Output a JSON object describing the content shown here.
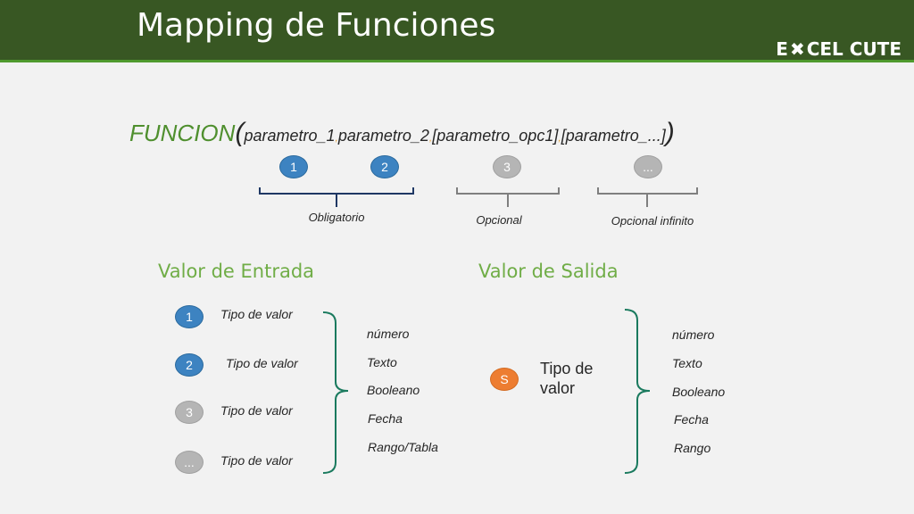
{
  "header": {
    "title": "Mapping de Funciones",
    "logo_left": "E",
    "logo_right": "CEL CUTE"
  },
  "formula": {
    "name": "FUNCION",
    "open": "(",
    "params": [
      "parametro_1",
      "parametro_2",
      "[parametro_opc1]",
      "[parametro_...]"
    ],
    "separator": ",",
    "close": ")"
  },
  "badges": {
    "b1": "1",
    "b2": "2",
    "b3": "3",
    "b4": "...",
    "s": "S"
  },
  "braces": {
    "obligatorio": "Obligatorio",
    "opcional": "Opcional",
    "opcional_infinito": "Opcional infinito"
  },
  "entrada": {
    "title": "Valor de Entrada",
    "items": [
      "Tipo de valor",
      "Tipo de valor",
      "Tipo de valor",
      "Tipo de valor"
    ],
    "types": [
      "número",
      "Texto",
      "Booleano",
      "Fecha",
      "Rango/Tabla"
    ]
  },
  "salida": {
    "title": "Valor de Salida",
    "label": "Tipo de valor",
    "types": [
      "número",
      "Texto",
      "Booleano",
      "Fecha",
      "Rango"
    ]
  },
  "colors": {
    "header_bg": "#385723",
    "accent_green": "#70ad47",
    "badge_blue": "#3d83c1",
    "badge_gray": "#b5b5b5",
    "badge_orange": "#ed7d31",
    "brace_blue": "#1f3864",
    "brace_gray": "#7f7f7f",
    "brace_teal": "#1a7a5e"
  }
}
